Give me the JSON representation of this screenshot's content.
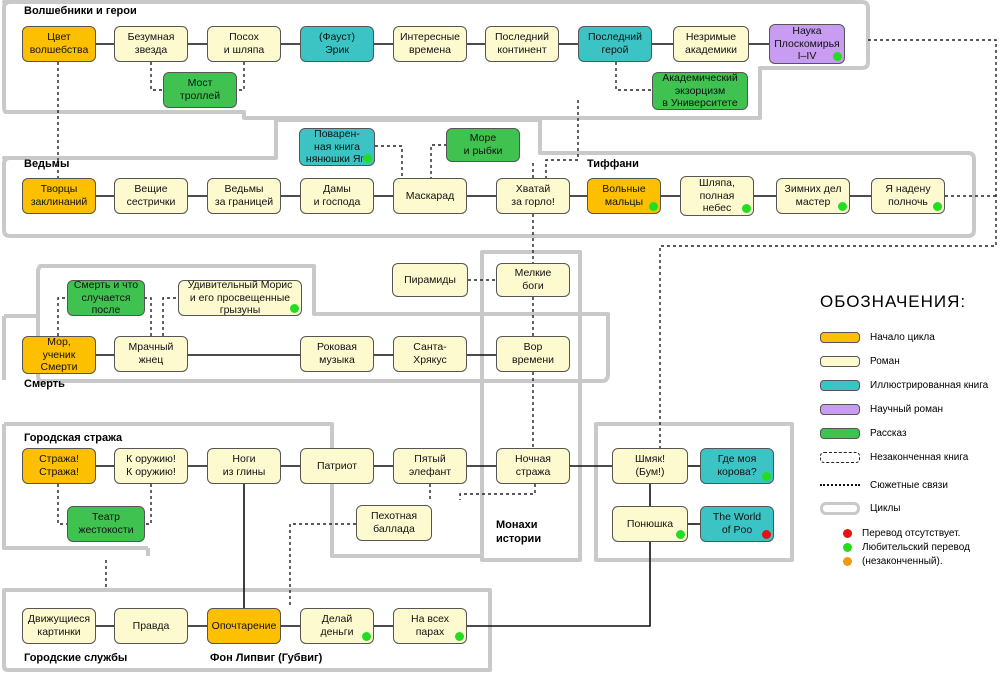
{
  "colors": {
    "start": "#fcc000",
    "novel": "#fefad0",
    "illustrated": "#3cc4c4",
    "science": "#c79cf1",
    "story": "#3fc24f",
    "dot_green": "#22dd22",
    "dot_red": "#e81010",
    "dot_orange": "#f29a10",
    "cycle_border": "#c9c9c9"
  },
  "cycles": [
    {
      "label": "Волшебники и герои"
    },
    {
      "label": "Ведьмы"
    },
    {
      "label": "Тиффани"
    },
    {
      "label": "Смерть"
    },
    {
      "label": "Городская стража"
    },
    {
      "label": "Монахи истории"
    },
    {
      "label": "Городские службы"
    },
    {
      "label": "Фон Липвиг (Губвиг)"
    }
  ],
  "books": [
    {
      "id": "cvet",
      "title": "Цвет\nволшебства",
      "kind": "start",
      "dot": ""
    },
    {
      "id": "bezum",
      "title": "Безумная\nзвезда",
      "kind": "novel",
      "dot": ""
    },
    {
      "id": "posoh",
      "title": "Посох\nи шляпа",
      "kind": "novel",
      "dot": ""
    },
    {
      "id": "faust",
      "title": "(Фауст)\nЭрик",
      "kind": "illustrated",
      "dot": ""
    },
    {
      "id": "interes",
      "title": "Интересные\nвремена",
      "kind": "novel",
      "dot": ""
    },
    {
      "id": "posl_kont",
      "title": "Последний\nконтинент",
      "kind": "novel",
      "dot": ""
    },
    {
      "id": "posl_geroy",
      "title": "Последний\nгерой",
      "kind": "illustrated",
      "dot": ""
    },
    {
      "id": "nezrim",
      "title": "Незримые\nакадемики",
      "kind": "novel",
      "dot": ""
    },
    {
      "id": "nauka",
      "title": "Наука\nПлоскомирья\nI–IV",
      "kind": "science",
      "dot": "green"
    },
    {
      "id": "most",
      "title": "Мост\nтроллей",
      "kind": "story",
      "dot": ""
    },
    {
      "id": "akadem",
      "title": "Академический\nэкзорцизм\nв Университете",
      "kind": "story",
      "dot": ""
    },
    {
      "id": "povaren",
      "title": "Поварен-\nная книга\nнянюшки Ягг",
      "kind": "illustrated",
      "dot": "green"
    },
    {
      "id": "more",
      "title": "Море\nи рыбки",
      "kind": "story",
      "dot": ""
    },
    {
      "id": "tvorcy",
      "title": "Творцы\nзаклинаний",
      "kind": "start",
      "dot": ""
    },
    {
      "id": "veschie",
      "title": "Вещие\nсестрички",
      "kind": "novel",
      "dot": ""
    },
    {
      "id": "vedmy_gran",
      "title": "Ведьмы\nза границей",
      "kind": "novel",
      "dot": ""
    },
    {
      "id": "damy",
      "title": "Дамы\nи господа",
      "kind": "novel",
      "dot": ""
    },
    {
      "id": "maskarad",
      "title": "Маскарад",
      "kind": "novel",
      "dot": ""
    },
    {
      "id": "hvatay",
      "title": "Хватай\nза горло!",
      "kind": "novel",
      "dot": ""
    },
    {
      "id": "volnye",
      "title": "Вольные\nмальцы",
      "kind": "start",
      "dot": "green"
    },
    {
      "id": "shlyapa",
      "title": "Шляпа,\nполная\nнебес",
      "kind": "novel",
      "dot": "green"
    },
    {
      "id": "zimnih",
      "title": "Зимних дел\nмастер",
      "kind": "novel",
      "dot": "green"
    },
    {
      "id": "nadenu",
      "title": "Я надену\nполночь",
      "kind": "novel",
      "dot": "green"
    },
    {
      "id": "piramidy",
      "title": "Пирамиды",
      "kind": "novel",
      "dot": ""
    },
    {
      "id": "melkie",
      "title": "Мелкие\nбоги",
      "kind": "novel",
      "dot": ""
    },
    {
      "id": "smert_i",
      "title": "Смерть и что\nслучается\nпосле",
      "kind": "story",
      "dot": ""
    },
    {
      "id": "moris",
      "title": "Удивительный Морис\nи его просвещенные\nгрызуны",
      "kind": "novel",
      "dot": "green"
    },
    {
      "id": "mor",
      "title": "Мор,\nученик\nСмерти",
      "kind": "start",
      "dot": ""
    },
    {
      "id": "mrachny",
      "title": "Мрачный\nжнец",
      "kind": "novel",
      "dot": ""
    },
    {
      "id": "rokovaya",
      "title": "Роковая\nмузыка",
      "kind": "novel",
      "dot": ""
    },
    {
      "id": "santa",
      "title": "Санта-\nХрякус",
      "kind": "novel",
      "dot": ""
    },
    {
      "id": "vor",
      "title": "Вор\nвремени",
      "kind": "novel",
      "dot": ""
    },
    {
      "id": "strazha",
      "title": "Стража!\nСтража!",
      "kind": "start",
      "dot": ""
    },
    {
      "id": "k_oruzh",
      "title": "К оружию!\nК оружию!",
      "kind": "novel",
      "dot": ""
    },
    {
      "id": "nogi",
      "title": "Ноги\nиз глины",
      "kind": "novel",
      "dot": ""
    },
    {
      "id": "patriot",
      "title": "Патриот",
      "kind": "novel",
      "dot": ""
    },
    {
      "id": "pyaty",
      "title": "Пятый\nэлефант",
      "kind": "novel",
      "dot": ""
    },
    {
      "id": "nochnaya",
      "title": "Ночная\nстража",
      "kind": "novel",
      "dot": ""
    },
    {
      "id": "shmyak",
      "title": "Шмяк!\n(Бум!)",
      "kind": "novel",
      "dot": ""
    },
    {
      "id": "gde",
      "title": "Где моя\nкорова?",
      "kind": "illustrated",
      "dot": "green"
    },
    {
      "id": "teatr",
      "title": "Театр\nжестокости",
      "kind": "story",
      "dot": ""
    },
    {
      "id": "pehot",
      "title": "Пехотная\nбаллада",
      "kind": "novel",
      "dot": ""
    },
    {
      "id": "ponyushka",
      "title": "Понюшка",
      "kind": "novel",
      "dot": "green"
    },
    {
      "id": "world_poo",
      "title": "The World\nof Poo",
      "kind": "illustrated",
      "dot": "red"
    },
    {
      "id": "dvizh",
      "title": "Движущиеся\nкартинки",
      "kind": "novel",
      "dot": ""
    },
    {
      "id": "pravda",
      "title": "Правда",
      "kind": "novel",
      "dot": ""
    },
    {
      "id": "opochtar",
      "title": "Опочтарение",
      "kind": "start",
      "dot": ""
    },
    {
      "id": "delay",
      "title": "Делай\nденьги",
      "kind": "novel",
      "dot": "green"
    },
    {
      "id": "na_vseh",
      "title": "На всех\nпарах",
      "kind": "novel",
      "dot": "green"
    }
  ],
  "legend": {
    "title": "ОБОЗНАЧЕНИЯ:",
    "start": "Начало цикла",
    "novel": "Роман",
    "illustrated": "Иллюстрированная книга",
    "science": "Научный роман",
    "story": "Рассказ",
    "unfinished": "Незаконченная книга",
    "plot_links": "Сюжетные связи",
    "cycles": "Циклы",
    "note_red": "Перевод отсутствует.",
    "note_green": "Любительский перевод",
    "note_orange": "(незаконченный)."
  }
}
